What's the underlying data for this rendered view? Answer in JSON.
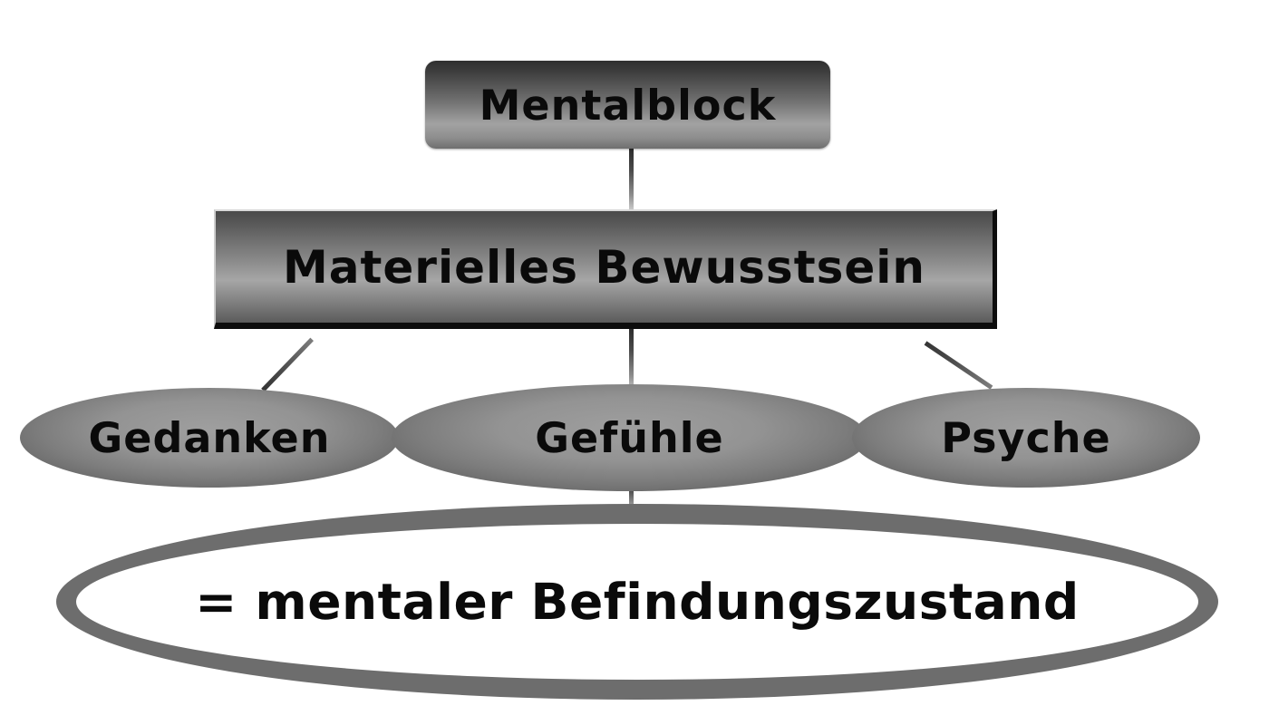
{
  "diagram": {
    "title": "Mentalblock",
    "language": "de",
    "background_color": "#ffffff",
    "nodes": {
      "root": {
        "label": "Mentalblock",
        "shape": "rounded-rectangle",
        "fill": "#8d8d8d",
        "text_color": "#0a0a0a"
      },
      "level2": {
        "label": "Materielles Bewusstsein",
        "shape": "rectangle",
        "fill": "#8b8b8b",
        "border_color": "#0d0d0d",
        "text_color": "#0a0a0a"
      },
      "branches": [
        {
          "label": "Gedanken",
          "shape": "ellipse",
          "fill": "#7d7d7d",
          "text_color": "#0a0a0a"
        },
        {
          "label": "Gefühle",
          "shape": "ellipse",
          "fill": "#7d7d7d",
          "text_color": "#0a0a0a"
        },
        {
          "label": "Psyche",
          "shape": "ellipse",
          "fill": "#7d7d7d",
          "text_color": "#0a0a0a"
        }
      ],
      "result": {
        "label": "= mentaler Befindungszustand",
        "shape": "ellipse-outline",
        "fill": "#ffffff",
        "border_color": "#6d6d6d",
        "text_color": "#0a0a0a"
      }
    },
    "connectors": [
      {
        "name": "root-to-level2",
        "from": "root",
        "to": "level2",
        "style": "vertical-line"
      },
      {
        "name": "level2-to-gedanken",
        "from": "level2",
        "to": "Gedanken",
        "style": "diagonal-line"
      },
      {
        "name": "level2-to-gefuehle",
        "from": "level2",
        "to": "Gefühle",
        "style": "vertical-line"
      },
      {
        "name": "level2-to-psyche",
        "from": "level2",
        "to": "Psyche",
        "style": "diagonal-line"
      },
      {
        "name": "gefuehle-to-result",
        "from": "Gefühle",
        "to": "result",
        "style": "vertical-line"
      }
    ]
  }
}
